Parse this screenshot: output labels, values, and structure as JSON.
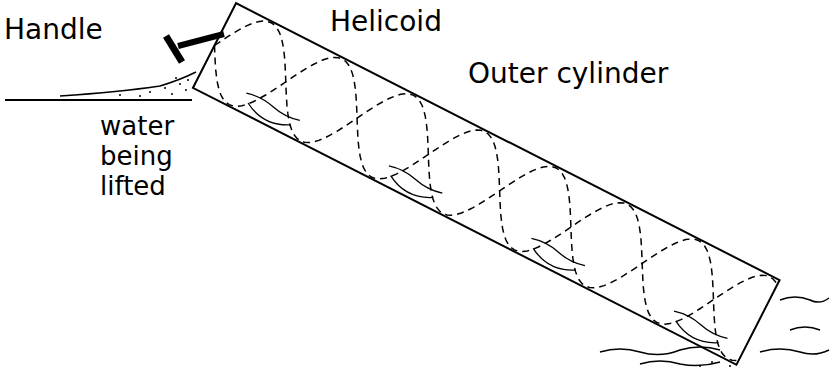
{
  "diagram": {
    "labels": [
      "Handle",
      "Helicoid",
      "Outer cylinder",
      "water being lifted"
    ]
  }
}
